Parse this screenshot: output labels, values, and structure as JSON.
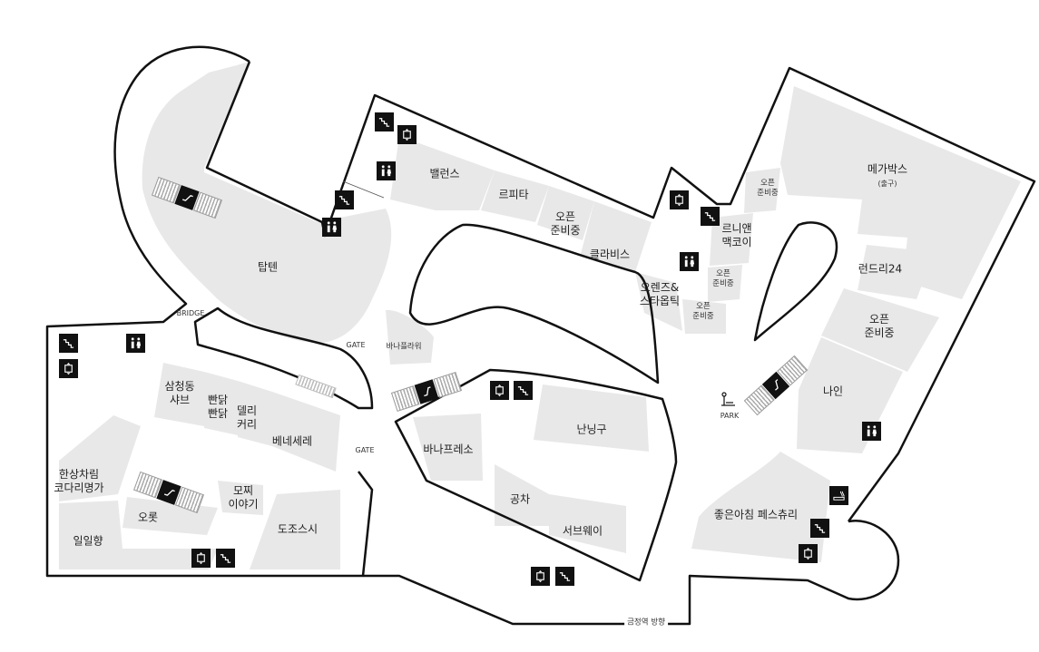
{
  "map": {
    "stores": {
      "tapten": "탑텐",
      "balance": "밸런스",
      "rpita": "르피타",
      "open1": "오픈\n준비중",
      "clavis": "클라비스",
      "orenz": "오렌즈&\n스타옵틱",
      "open2": "오픈\n준비중",
      "open3": "오픈\n준비중",
      "rennie": "르니앤\n맥코이",
      "open4": "오픈\n준비중",
      "megabox": "메가박스",
      "megabox_sub": "(출구)",
      "laundry": "런드리24",
      "open5": "오픈\n준비중",
      "nain": "나인",
      "bananaflower": "바나플라워",
      "nanning": "난닝구",
      "banapresso": "바나프레소",
      "gongcha": "공차",
      "subway": "서브웨이",
      "morning": "좋은아침 페스츄리",
      "samcheong": "삼청동\n샤브",
      "ppan": "빤닭\n빤닭",
      "deli": "델리\n커리",
      "bene": "베네세레",
      "hansang": "한상차림\n코다리명가",
      "orot": "오롯",
      "mojji": "모찌\n이야기",
      "dojo": "도조스시",
      "ililhyang": "일일향"
    },
    "labels": {
      "bridge": "BRIDGE",
      "gate1": "GATE",
      "gate2": "GATE",
      "park": "PARK",
      "direction": "금정역 방향"
    },
    "icons": {
      "stairs": "stairs-icon",
      "elevator": "elevator-icon",
      "restroom": "restroom-icon",
      "escalator": "escalator-icon",
      "smoking": "smoking-icon",
      "parking": "parking-icon"
    },
    "colors": {
      "store_fill": "#e6e6e6",
      "outline": "#111111",
      "icon_bg": "#111111"
    }
  }
}
